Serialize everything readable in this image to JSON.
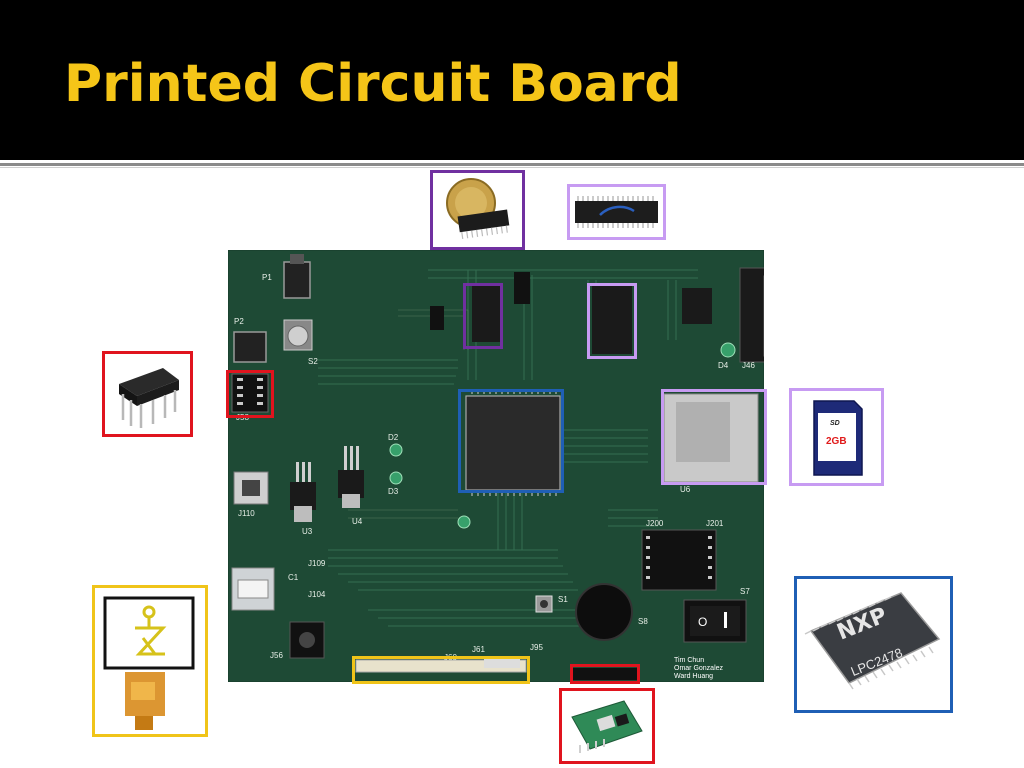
{
  "slide": {
    "title": "Printed Circuit Board"
  },
  "board": {
    "designators": {
      "p1": "P1",
      "p2": "P2",
      "s2": "S2",
      "j58": "J58",
      "d2": "D2",
      "d3": "D3",
      "j110": "J110",
      "u3": "U3",
      "u4": "U4",
      "j109": "J109",
      "c1": "C1",
      "j104": "J104",
      "j56": "J56",
      "j60": "J60",
      "j61": "J61",
      "j95": "J95",
      "s1": "S1",
      "s8": "S8",
      "s7": "S7",
      "j200": "J200",
      "j201": "J201",
      "u6": "U6",
      "d4": "D4",
      "j46": "J46"
    },
    "credits": [
      "Tim Chun",
      "Omar Gonzalez",
      "Ward Huang"
    ]
  },
  "callouts": {
    "sd_card_capacity": "2GB",
    "sd_card_logo": "SD",
    "mcu_brand": "NXP",
    "mcu_model": "LPC2478"
  },
  "colors": {
    "title": "#f5c518",
    "pcb": "#1e4a35",
    "purple": "#7030a0",
    "lavender": "#c79bf2",
    "red": "#e0141e",
    "blue": "#1f5fb5",
    "yellow": "#f0c419"
  }
}
